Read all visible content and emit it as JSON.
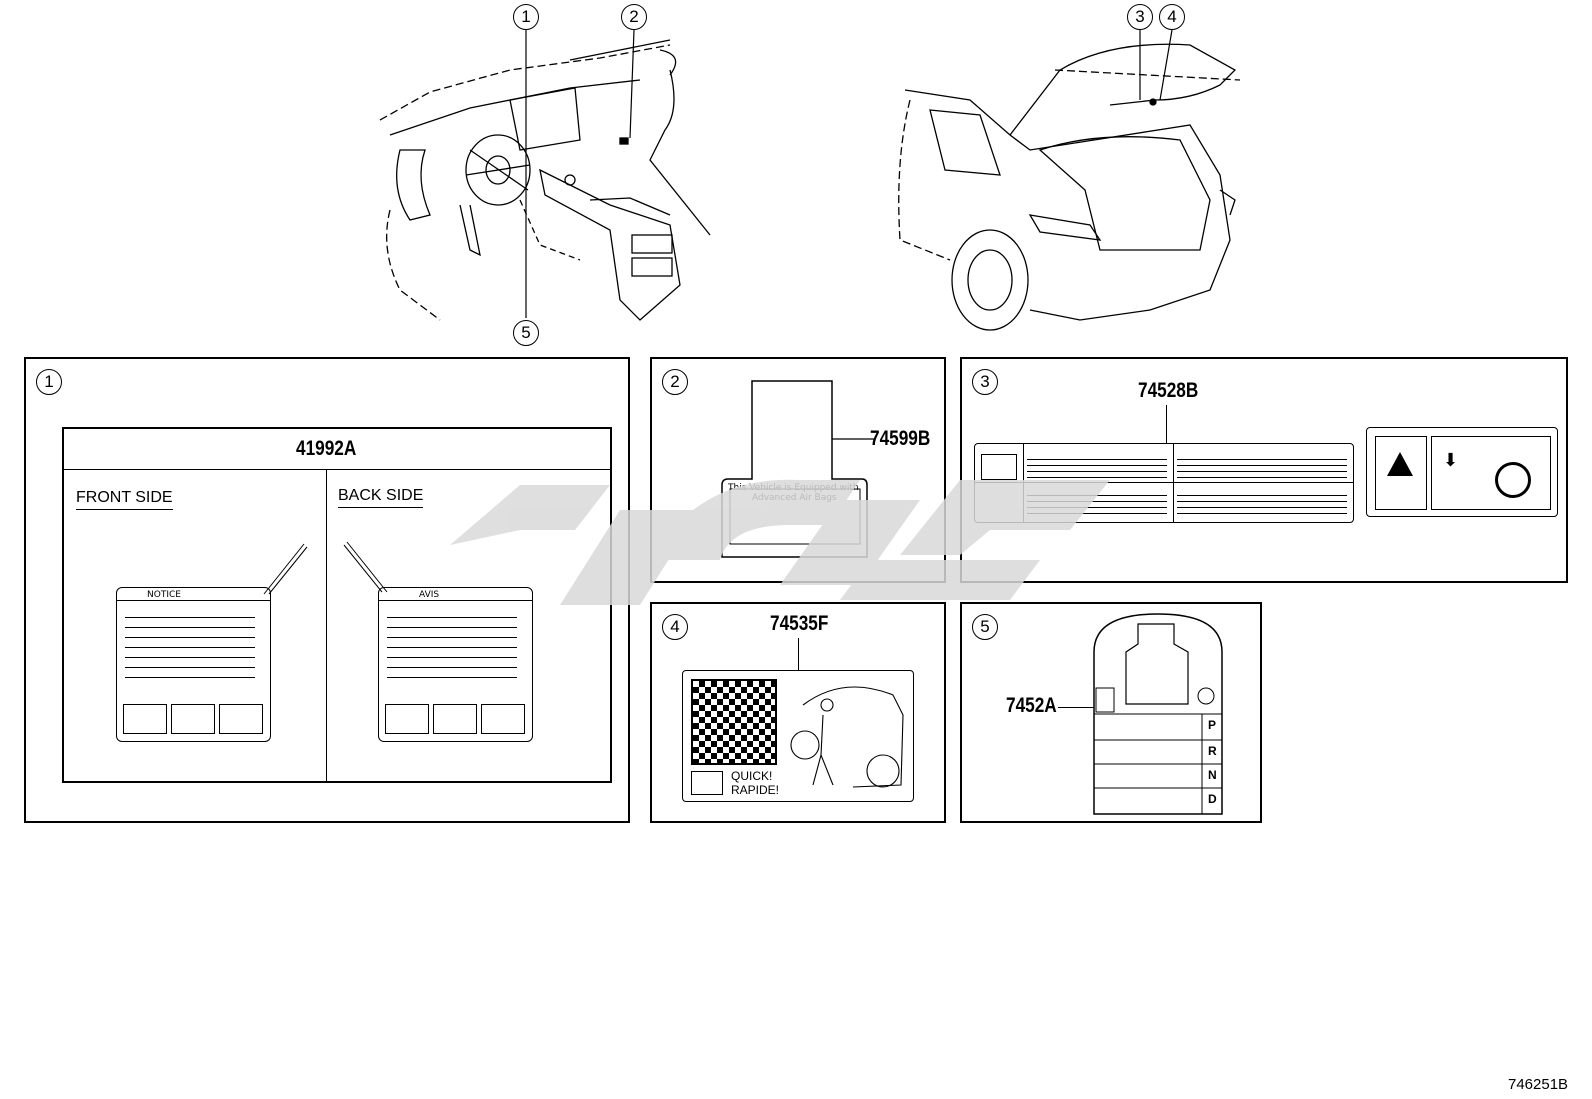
{
  "callouts": [
    "1",
    "2",
    "3",
    "4",
    "5"
  ],
  "panel1": {
    "number": "1",
    "part": "41992A",
    "front_label": "FRONT SIDE",
    "back_label": "BACK SIDE",
    "front_tag_title": "NOTICE",
    "back_tag_title": "AVIS"
  },
  "panel2": {
    "number": "2",
    "part": "74599B",
    "label_line1": "This Vehicle is Equipped with",
    "label_line2": "Advanced Air Bags"
  },
  "panel3": {
    "number": "3",
    "part": "74528B"
  },
  "panel4": {
    "number": "4",
    "part": "74535F",
    "label_line1": "QUICK!",
    "label_line2": "RAPIDE!"
  },
  "panel5": {
    "number": "5",
    "part": "7452A",
    "gear_letters": [
      "P",
      "R",
      "N",
      "D"
    ]
  },
  "figure_code": "746251B",
  "colors": {
    "line": "#000000",
    "watermark": "#d9d9d9"
  }
}
